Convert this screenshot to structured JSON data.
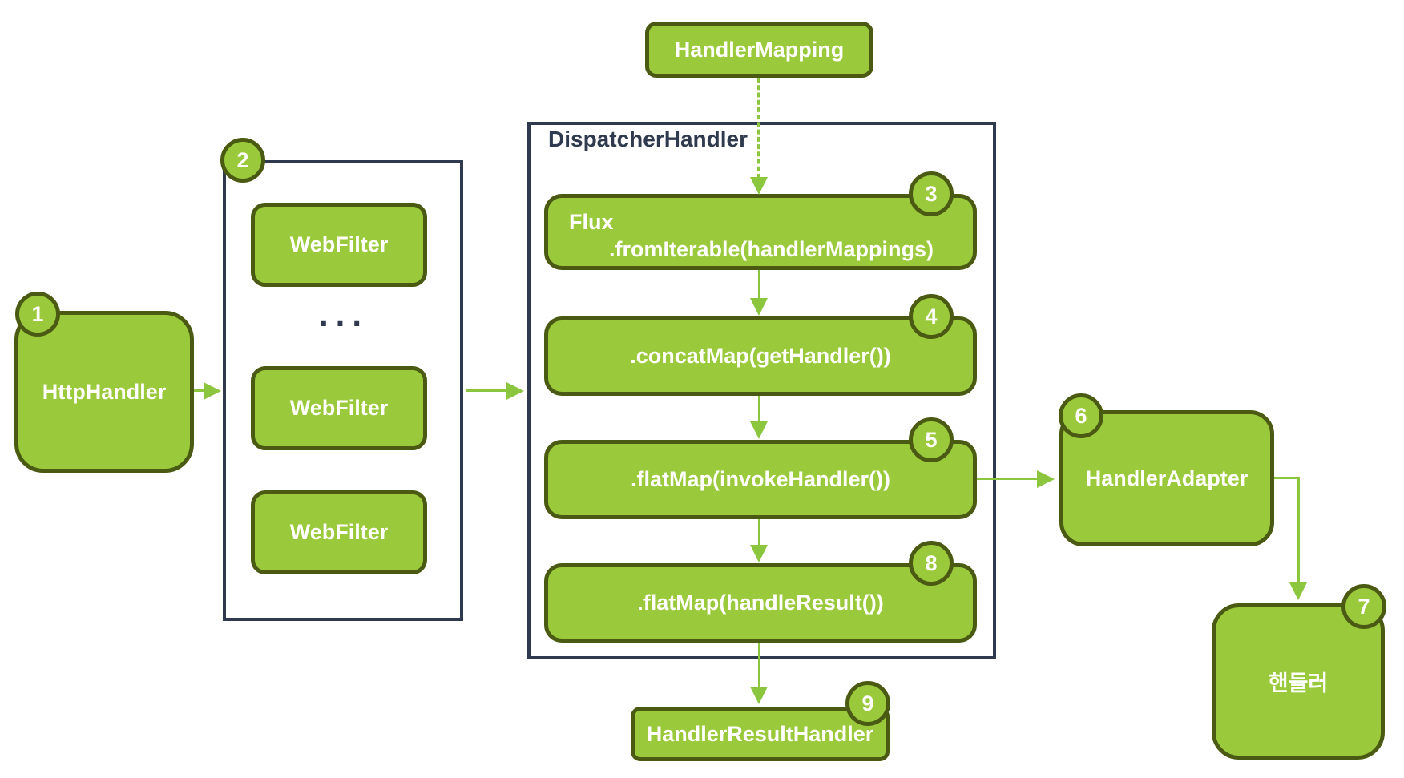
{
  "colors": {
    "node-fill": "#9ACA3C",
    "node-border": "#4A5A13",
    "outline-navy": "#2F3A4F",
    "arrow-green": "#8CC63F",
    "label-white": "#FFFFFF"
  },
  "nodes": {
    "handler_mapping": {
      "label": "HandlerMapping"
    },
    "dispatcher_handler": {
      "title": "DispatcherHandler"
    },
    "flux": {
      "line1": "Flux",
      "line2": ".fromIterable(handlerMappings)"
    },
    "concat_map": {
      "label": ".concatMap(getHandler())"
    },
    "flat_map_invoke": {
      "label": ".flatMap(invokeHandler())"
    },
    "flat_map_result": {
      "label": ".flatMap(handleResult())"
    },
    "handler_result_handler": {
      "label": "HandlerResultHandler"
    },
    "http_handler": {
      "label": "HttpHandler"
    },
    "web_filter_group": {
      "items": [
        "WebFilter",
        "WebFilter",
        "WebFilter"
      ],
      "ellipsis": "..."
    },
    "handler_adapter": {
      "label": "HandlerAdapter"
    },
    "handler_kr": {
      "label": "핸들러"
    }
  },
  "badges": {
    "step1": "1",
    "step2": "2",
    "step3": "3",
    "step4": "4",
    "step5": "5",
    "step6": "6",
    "step7": "7",
    "step8": "8",
    "step9": "9"
  }
}
